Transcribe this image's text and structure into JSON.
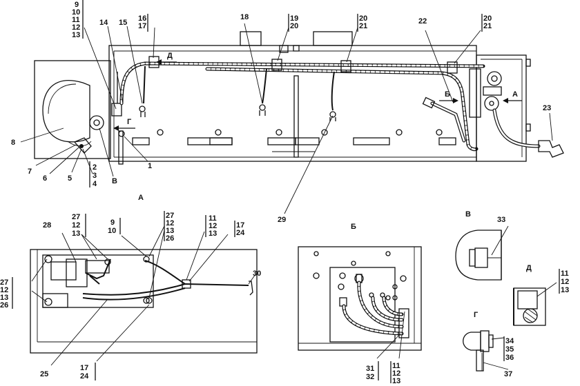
{
  "labels": {
    "l1": "1",
    "l2": "2",
    "l3": "3",
    "l4": "4",
    "l5": "5",
    "l6": "6",
    "l7": "7",
    "l8": "8",
    "l9": "9",
    "l10": "10",
    "l11": "11",
    "l12": "12",
    "l13": "13",
    "l14": "14",
    "l15": "15",
    "l16": "16",
    "l17": "17",
    "l18": "18",
    "l19": "19",
    "l20": "20",
    "l21": "21",
    "l22": "22",
    "l23": "23",
    "l24": "24",
    "l25": "25",
    "l26": "26",
    "l27": "27",
    "l28": "28",
    "l29": "29",
    "l30": "30",
    "l31": "31",
    "l32": "32",
    "l33": "33",
    "l34": "34",
    "l35": "35",
    "l36": "36",
    "l37": "37"
  },
  "views": {
    "A": "А",
    "B": "Б",
    "V": "В",
    "G": "Г",
    "D": "Д"
  }
}
